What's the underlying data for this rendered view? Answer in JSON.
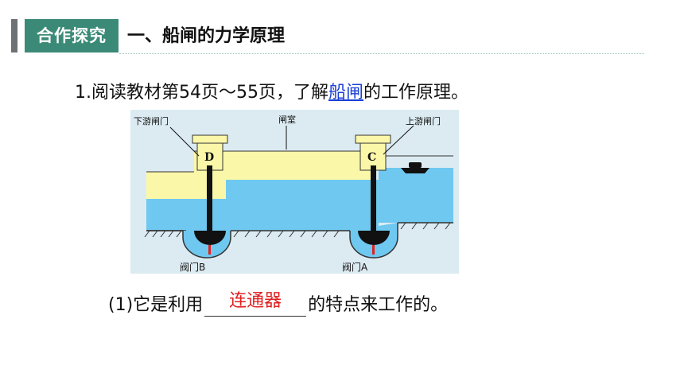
{
  "header": {
    "badge": "合作探究",
    "title": "一、船闸的力学原理"
  },
  "instruction": {
    "before": "1.阅读教材第54页～55页，了解",
    "link": "船闸",
    "after": "的工作原理。"
  },
  "figure": {
    "labels": {
      "downstream_gate": "下游闸门",
      "chamber": "闸室",
      "upstream_gate": "上游闸门",
      "gate_d": "D",
      "gate_c": "C",
      "valve_b": "阀门B",
      "valve_a": "阀门A"
    },
    "colors": {
      "background": "#dcebf2",
      "water": "#6fc8f0",
      "chamber_fill": "#fbf7a8",
      "gate": "#111111",
      "valve_marker": "#e02020"
    }
  },
  "question": {
    "prefix": "(1)它是利用",
    "answer": "连通器",
    "suffix": "的特点来工作的。"
  }
}
